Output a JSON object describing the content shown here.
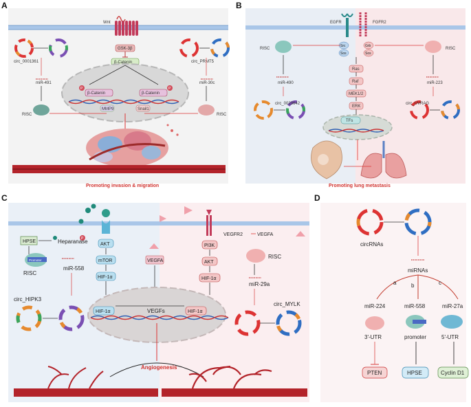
{
  "panels": {
    "A": {
      "letter": "A",
      "wnt": "Wnt",
      "gsk": "GSK-3β",
      "bcat": "β-Catenin",
      "bcat_left": "β-Catenin",
      "bcat_right": "β-Catenin",
      "mmp9": "MMP9",
      "snail1": "Snail1",
      "circ_left": "circ_0001361",
      "circ_right": "circ_PRMT5",
      "mir_left": "miR-491",
      "mir_right": "miR-30c",
      "risc_left": "RISC",
      "risc_right": "RISC",
      "p_badge": "P",
      "caption": "Promoting invasion & migration"
    },
    "B": {
      "letter": "B",
      "egfr": "EGFR",
      "fgfr2": "FGFR2",
      "src": "Src",
      "sos1": "Sos",
      "grb": "Grb",
      "sos2": "Sos",
      "ras": "Ras",
      "raf": "Raf",
      "mek": "MEK1/2",
      "erk": "ERK",
      "tfs": "TFs",
      "risc_left": "RISC",
      "risc_right": "RISC",
      "mir_left": "miR-490",
      "mir_right": "miR-223",
      "circ_left": "circ_0023642",
      "circ_right": "circ_UVRAG",
      "caption": "Promoting lung metastasis"
    },
    "C": {
      "letter": "C",
      "hpse": "HPSE",
      "heparanase": "Heparanase",
      "akt_left": "AKT",
      "mtor": "mTOR",
      "hif_left_top": "HIF-1α",
      "vegfa_mid": "VEGFA",
      "pi3k": "PI3K",
      "akt_right": "AKT",
      "hif_right_top": "HIF-1α",
      "vegfr2": "VEGFR2",
      "vegfa_right": "VEGFA",
      "risc_left": "RISC",
      "risc_right": "RISC",
      "mir_left": "miR-558",
      "mir_right": "miR-29a",
      "promoter": "Promoter",
      "circ_left": "circ_HIPK3",
      "circ_right": "circ_MYLK",
      "hif_left_nuc": "HIF-1α",
      "vegfs": "VEGFs",
      "hif_right_nuc": "HIF-1α",
      "p_badge": "P",
      "caption": "Angiogenesis"
    },
    "D": {
      "letter": "D",
      "circrnas": "circRNAs",
      "mirnas": "miRNAs",
      "branch_a": "a",
      "branch_b": "b",
      "branch_c": "c",
      "mir_a": "miR-224",
      "mir_b": "miR-558",
      "mir_c": "miR-27a",
      "site_a": "3'-UTR",
      "site_b": "promoter",
      "site_c": "5'-UTR",
      "target_a": "PTEN",
      "target_b": "HPSE",
      "target_c": "Cyclin D1"
    }
  }
}
